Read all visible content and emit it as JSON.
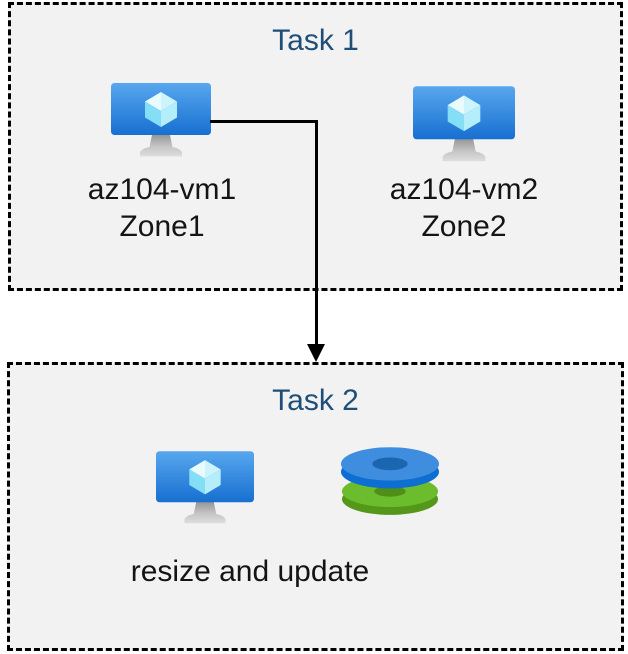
{
  "diagram": {
    "background": "#ffffff",
    "box_fill": "#f2f2f2",
    "box_border_color": "#000000",
    "title_color": "#1f4e79",
    "label_color": "#141414"
  },
  "task1": {
    "title": "Task 1",
    "vms": [
      {
        "name": "az104-vm1",
        "zone": "Zone1",
        "icon": "azure-virtual-machine"
      },
      {
        "name": "az104-vm2",
        "zone": "Zone2",
        "icon": "azure-virtual-machine"
      }
    ]
  },
  "task2": {
    "title": "Task 2",
    "caption": "resize and update",
    "icons": [
      "azure-virtual-machine",
      "azure-disks"
    ]
  },
  "connector": {
    "type": "elbow-arrow",
    "from": "az104-vm1",
    "to": "Task 2"
  },
  "icon_colors": {
    "vm_screen_top": "#58a7ee",
    "vm_screen_bottom": "#176fd0",
    "vm_cube_light": "#eafbff",
    "vm_cube_mid": "#84dff6",
    "vm_stand_gray": "#c8c8c8",
    "disk_blue_top": "#3e8ddf",
    "disk_blue_side": "#0d6fd2",
    "disk_blue_hole": "#1a66b0",
    "disk_green_top": "#6cbd2d",
    "disk_green_side": "#549719",
    "disk_green_hole": "#4f8f18"
  }
}
